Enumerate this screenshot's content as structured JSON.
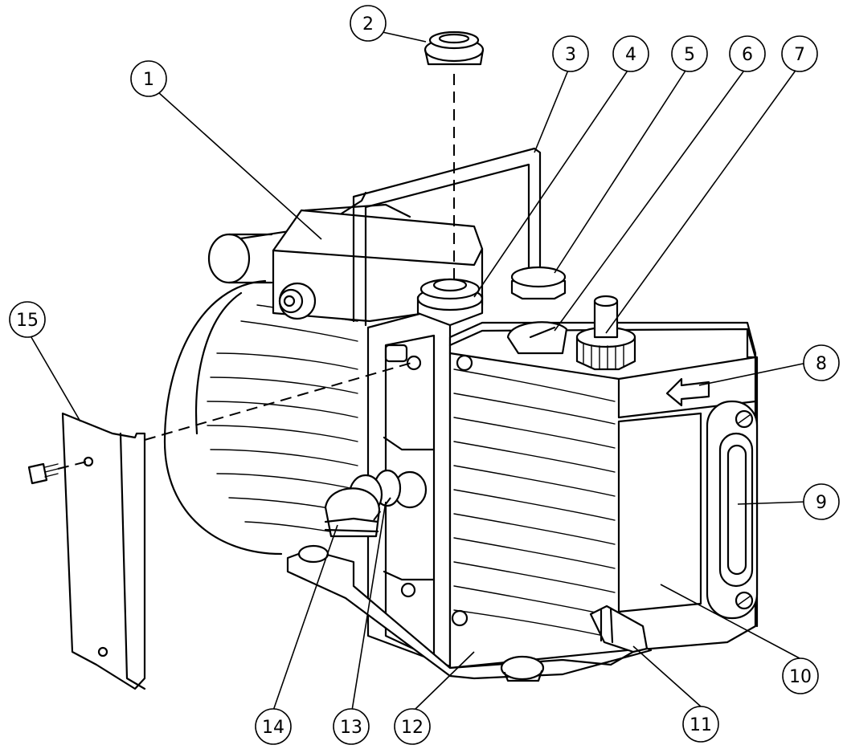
{
  "callouts": [
    {
      "id": 1,
      "label": "1"
    },
    {
      "id": 2,
      "label": "2"
    },
    {
      "id": 3,
      "label": "3"
    },
    {
      "id": 4,
      "label": "4"
    },
    {
      "id": 5,
      "label": "5"
    },
    {
      "id": 6,
      "label": "6"
    },
    {
      "id": 7,
      "label": "7"
    },
    {
      "id": 8,
      "label": "8"
    },
    {
      "id": 9,
      "label": "9"
    },
    {
      "id": 10,
      "label": "10"
    },
    {
      "id": 11,
      "label": "11"
    },
    {
      "id": 12,
      "label": "12"
    },
    {
      "id": 13,
      "label": "13"
    },
    {
      "id": 14,
      "label": "14"
    },
    {
      "id": 15,
      "label": "15"
    }
  ]
}
